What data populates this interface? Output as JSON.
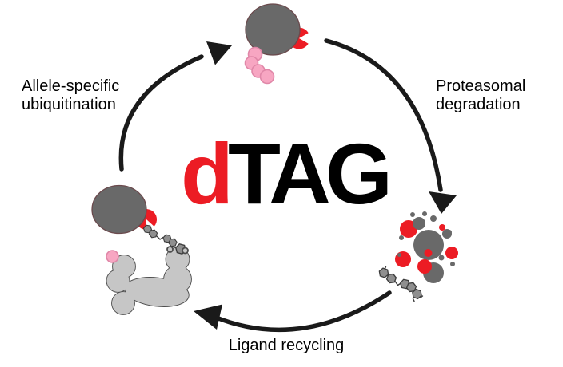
{
  "diagram": {
    "title": {
      "d": "d",
      "tag": "TAG"
    },
    "steps": [
      {
        "id": "ubiquitination",
        "label": "Allele-specific\nubiquitination"
      },
      {
        "id": "degradation",
        "label": "Proteasomal\ndegradation"
      },
      {
        "id": "recycling",
        "label": "Ligand recycling"
      }
    ],
    "icons": [
      "ubiquitinated-tagged-protein-icon",
      "degraded-protein-fragments-icon",
      "free-ligand-molecule-icon",
      "ternary-complex-e3-ligase-icon"
    ]
  },
  "colors": {
    "accent_red": "#ec1c24",
    "protein_gray": "#696969",
    "protein_outline": "#6b4a4d",
    "ubiquitin_pink": "#f7a6c2",
    "ubiquitin_pink_outline": "#e087a8",
    "ligase_gray": "#c6c6c6",
    "ligase_outline": "#4d4d4d",
    "ligand_gray": "#8f8f8f",
    "ligand_outline": "#3c3c3c",
    "arrow_black": "#1a1a1a",
    "text_black": "#000000",
    "background": "#ffffff"
  }
}
